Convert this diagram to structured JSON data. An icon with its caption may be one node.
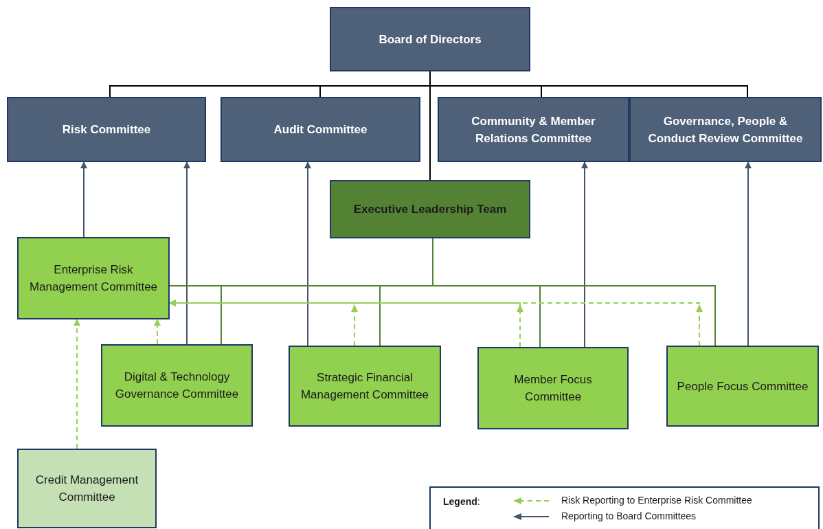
{
  "diagram": {
    "nodes": [
      {
        "text": [
          "Board of Directors"
        ]
      },
      {
        "text": [
          "Risk Committee"
        ]
      },
      {
        "text": [
          "Audit Committee"
        ]
      },
      {
        "text": [
          "Community & Member Relations Committee"
        ]
      },
      {
        "text": [
          "Governance, People & Conduct Review Committee"
        ]
      },
      {
        "text": [
          "Executive Leadership Team"
        ]
      },
      {
        "text": [
          "Enterprise Risk Management Committee"
        ]
      },
      {
        "text": [
          "Digital & Technology Governance Committee"
        ]
      },
      {
        "text": [
          "Strategic Financial Management Committee"
        ]
      },
      {
        "text": [
          "Member Focus Committee"
        ]
      },
      {
        "text": [
          "People Focus Committee"
        ]
      },
      {
        "text": [
          "Credit Management Committee"
        ]
      }
    ],
    "edges": [
      {
        "from": 0,
        "to": 1,
        "arrow": "none",
        "color": "#000000"
      },
      {
        "from": 0,
        "to": 2,
        "arrow": "none",
        "color": "#000000"
      },
      {
        "from": 0,
        "to": 3,
        "arrow": "none",
        "color": "#000000"
      },
      {
        "from": 0,
        "to": 4,
        "arrow": "none",
        "color": "#000000"
      },
      {
        "from": 0,
        "to": 5,
        "arrow": "none",
        "color": "#000000"
      },
      {
        "from": 6,
        "to": 1,
        "arrow": "to",
        "color": "#44546a"
      },
      {
        "from": 7,
        "to": 1,
        "arrow": "to",
        "color": "#44546a"
      },
      {
        "from": 8,
        "to": 2,
        "arrow": "to",
        "color": "#44546a"
      },
      {
        "from": 9,
        "to": 3,
        "arrow": "to",
        "color": "#44546a"
      },
      {
        "from": 10,
        "to": 4,
        "arrow": "to",
        "color": "#44546a"
      },
      {
        "from": 5,
        "to": 6,
        "arrow": "none",
        "color": "#548235"
      },
      {
        "from": 5,
        "to": 7,
        "arrow": "none",
        "color": "#548235"
      },
      {
        "from": 5,
        "to": 8,
        "arrow": "none",
        "color": "#548235"
      },
      {
        "from": 5,
        "to": 9,
        "arrow": "none",
        "color": "#548235"
      },
      {
        "from": 5,
        "to": 10,
        "arrow": "none",
        "color": "#548235"
      },
      {
        "from": 11,
        "to": 6,
        "arrow": "to",
        "style": "dashed",
        "color": "#92d050"
      },
      {
        "from": 7,
        "to": 6,
        "arrow": "to",
        "style": "dashed",
        "color": "#92d050"
      },
      {
        "from": 8,
        "to": 6,
        "arrow": "to",
        "style": "dashed",
        "color": "#92d050"
      },
      {
        "from": 9,
        "to": 6,
        "arrow": "to",
        "style": "dashed",
        "color": "#92d050"
      },
      {
        "from": 10,
        "to": 6,
        "arrow": "to",
        "style": "dashed",
        "color": "#92d050"
      }
    ],
    "labels": [
      "**Legend**:"
    ],
    "legend": [
      {
        "text": "Risk Reporting to Enterprise Risk Committee"
      },
      {
        "text": "Reporting to Board Committees"
      }
    ]
  }
}
